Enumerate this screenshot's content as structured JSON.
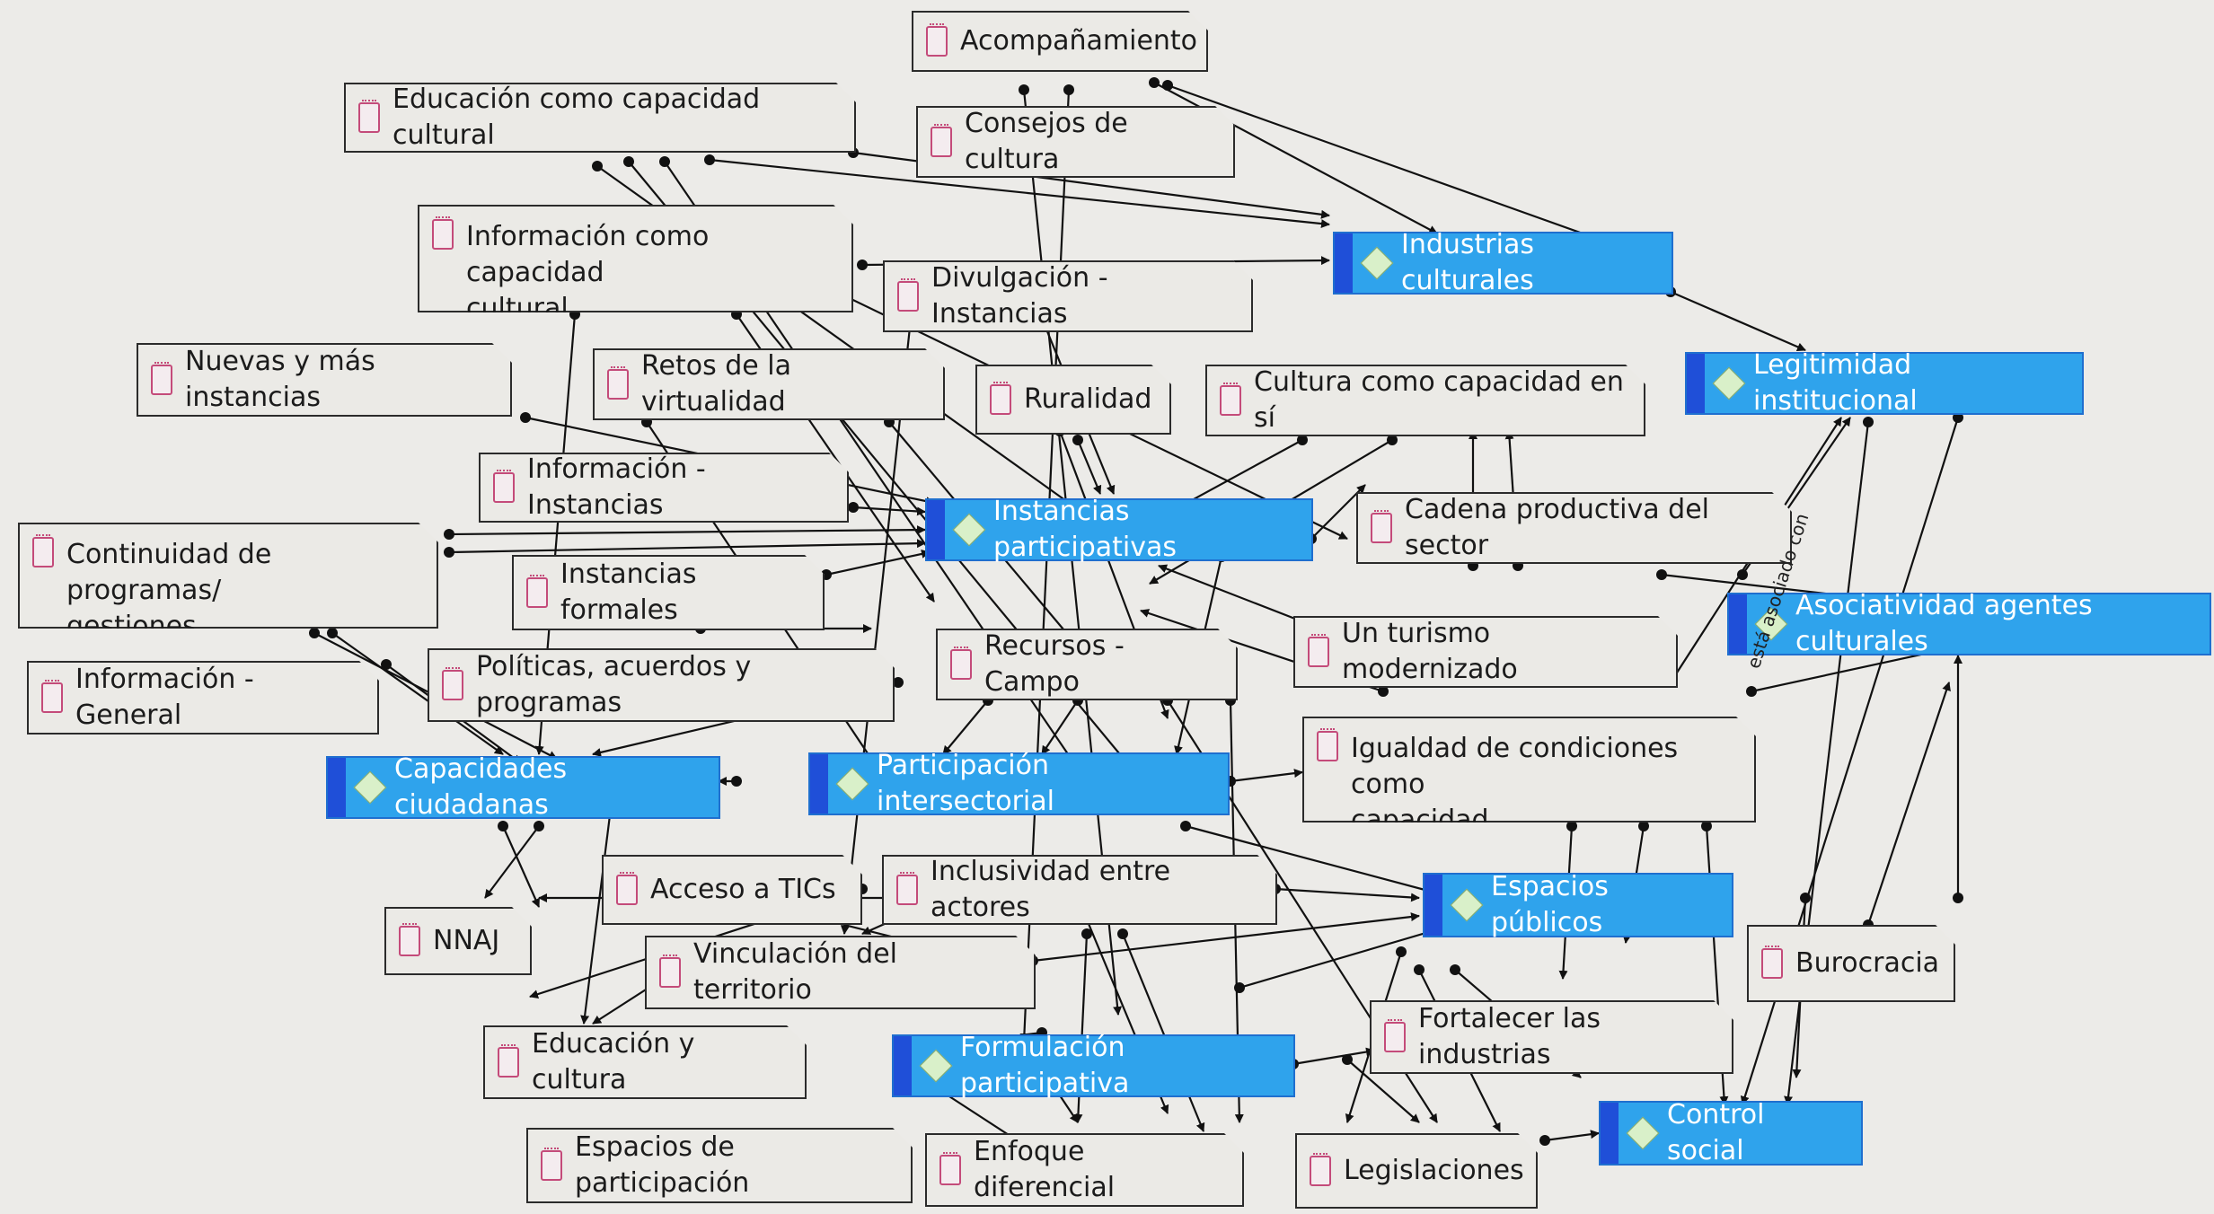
{
  "nodes": {
    "acompanamiento": "Acompañamiento",
    "educacion_capacidad_cultural": "Educación como capacidad cultural",
    "consejos_cultura": "Consejos de cultura",
    "informacion_capacidad_cultural": "Información como capacidad\ncultural",
    "divulgacion_instancias": "Divulgación - Instancias",
    "industrias_culturales": "Industrias culturales",
    "nuevas_instancias": "Nuevas y más instancias",
    "retos_virtualidad": "Retos de la virtualidad",
    "ruralidad": "Ruralidad",
    "cultura_capacidad": "Cultura como capacidad en sí",
    "legitimidad_institucional": "Legitimidad institucional",
    "informacion_instancias": "Información - Instancias",
    "instancias_participativas": "Instancias participativas",
    "cadena_productiva": "Cadena productiva del sector",
    "continuidad_programas": "Continuidad de programas/\ngestiones",
    "instancias_formales": "Instancias formales",
    "asociatividad": "Asociatividad agentes culturales",
    "informacion_general": "Información - General",
    "politicas_acuerdos": "Políticas, acuerdos y programas",
    "recursos_campo": "Recursos - Campo",
    "turismo_modernizado": "Un turismo modernizado",
    "igualdad_condiciones": "Igualdad de condiciones como\ncapacidad",
    "capacidades_ciudadanas": "Capacidades ciudadanas",
    "participacion_intersectorial": "Participación intersectorial",
    "acceso_tics": "Acceso a TICs",
    "inclusividad": "Inclusividad entre actores",
    "espacios_publicos": "Espacios públicos",
    "nnaj": "NNAJ",
    "vinculacion_territorio": "Vinculación del territorio",
    "burocracia": "Burocracia",
    "fortalecer_industrias": "Fortalecer las industrias",
    "educacion_cultura": "Educación  y cultura",
    "formulacion_participativa": "Formulación participativa",
    "espacios_participacion": "Espacios de participación",
    "enfoque_diferencial": "Enfoque diferencial",
    "legislaciones": "Legislaciones",
    "control_social": "Control social"
  },
  "edge_label": "está asociado con",
  "colors": {
    "code_fill": "#2fa3ec",
    "code_bar": "#1f4fd8",
    "note_fill": "#ebeae6",
    "note_icon": "#c44b7a",
    "line": "#111111"
  }
}
